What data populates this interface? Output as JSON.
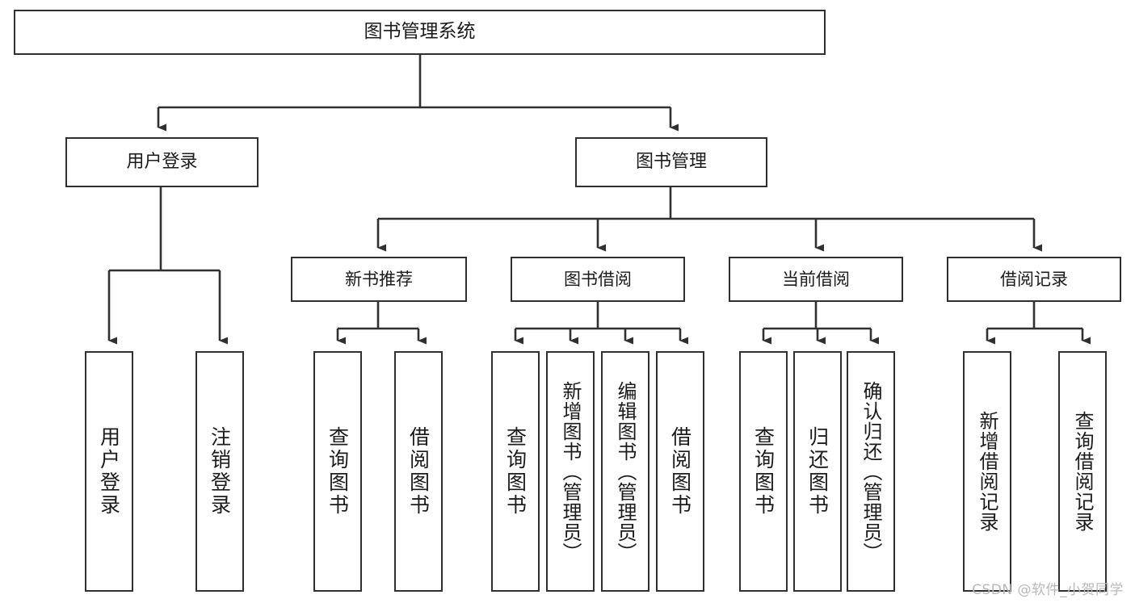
{
  "diagram": {
    "title": "图书管理系统",
    "type": "tree-hierarchy-chart",
    "root": {
      "label": "图书管理系统"
    },
    "level2": [
      {
        "label": "用户登录"
      },
      {
        "label": "图书管理"
      }
    ],
    "level3": [
      {
        "label": "新书推荐"
      },
      {
        "label": "图书借阅"
      },
      {
        "label": "当前借阅"
      },
      {
        "label": "借阅记录"
      }
    ],
    "leaves": {
      "user_login": [
        {
          "label": "用户登录"
        },
        {
          "label": "注销登录"
        }
      ],
      "new_book_recommend": [
        {
          "label": "查询图书"
        },
        {
          "label": "借阅图书"
        }
      ],
      "book_borrow": [
        {
          "label": "查询图书"
        },
        {
          "label": "新增图书（管理员）"
        },
        {
          "label": "编辑图书（管理员）"
        },
        {
          "label": "借阅图书"
        }
      ],
      "current_borrow": [
        {
          "label": "查询图书"
        },
        {
          "label": "归还图书"
        },
        {
          "label": "确认归还（管理员）"
        }
      ],
      "borrow_records": [
        {
          "label": "新增借阅记录"
        },
        {
          "label": "查询借阅记录"
        }
      ]
    }
  },
  "watermark": {
    "text": "CSDN @软件_小贺同学"
  },
  "colors": {
    "box_border": "#30302f",
    "box_fill": "#ffffff",
    "connector": "#30302f",
    "text": "#1b1b1b",
    "watermark": "#b9b9b9",
    "background": "#ffffff"
  }
}
